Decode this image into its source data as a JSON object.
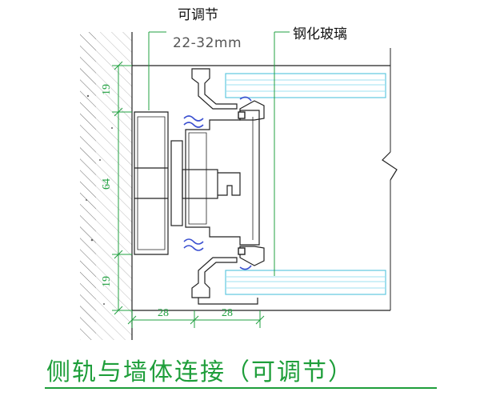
{
  "labels": {
    "adjustable": "可调节",
    "range": "22-32mm",
    "glass": "钢化玻璃"
  },
  "dimensions": {
    "vertical": [
      "19",
      "64",
      "19"
    ],
    "horizontal": [
      "28",
      "28"
    ]
  },
  "caption": "侧轨与墙体连接（可调节）",
  "colors": {
    "line": "#222222",
    "dimension_green": "#20a040",
    "glass_cyan": "#9fe0f0",
    "gasket_blue": "#3a4fd0",
    "caption_green": "#1e9e3a"
  }
}
